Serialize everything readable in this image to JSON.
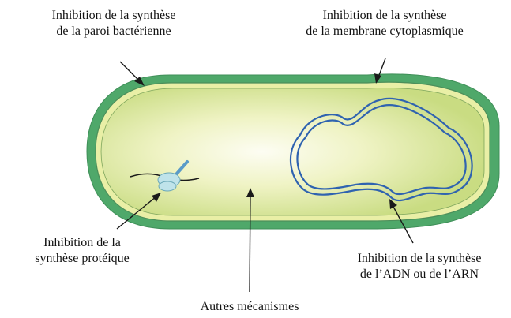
{
  "labels": {
    "cell_wall": {
      "line1": "Inhibition de la synthèse",
      "line2": "de la paroi bactérienne"
    },
    "cell_membrane": {
      "line1": "Inhibition de la synthèse",
      "line2": "de la membrane cytoplasmique"
    },
    "protein": {
      "line1": "Inhibition de la",
      "line2": "synthèse protéique"
    },
    "nucleic_acid": {
      "line1": "Inhibition de la synthèse",
      "line2": "de l’ADN ou de l’ARN"
    },
    "other": {
      "line1": "Autres mécanismes"
    }
  },
  "colors": {
    "cell_wall_outer": "#4fa86a",
    "cell_wall_inner": "#e9efa6",
    "cytoplasm_edge": "#c9dc82",
    "cytoplasm_center": "#fdfdf3",
    "dna": "#2f63b0",
    "ribosome": "#bfe3ea",
    "mrna": "#1a1a1a",
    "arrows": "#1a1a1a"
  }
}
